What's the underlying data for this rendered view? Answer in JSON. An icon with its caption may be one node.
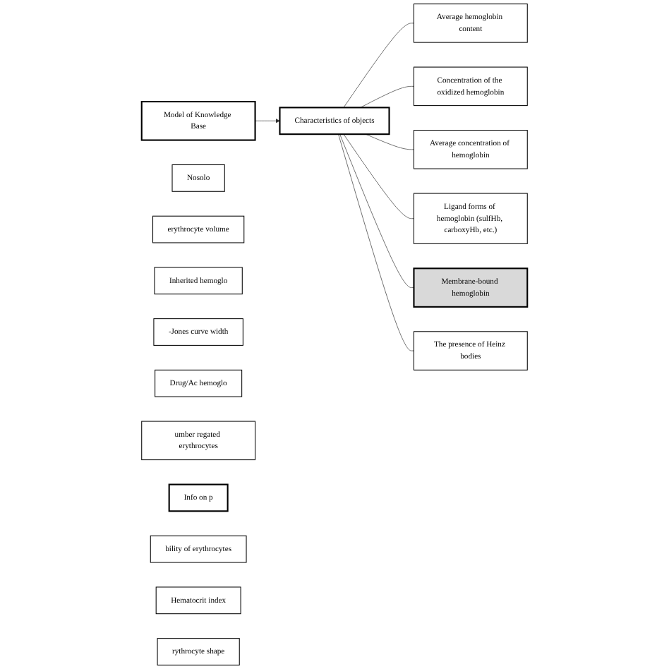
{
  "diagram": {
    "nodes": [
      {
        "text": [
          "Model of Knowledge Base"
        ]
      },
      {
        "text": [
          "Characteristics of objects"
        ]
      },
      {
        "text": [
          "Nosolo"
        ]
      },
      {
        "text": [
          "erythrocyte volume"
        ]
      },
      {
        "text": [
          "Average hemoglobin content"
        ]
      },
      {
        "text": [
          "Inherited hemoglo"
        ]
      },
      {
        "text": [
          "-Jones curve width"
        ]
      },
      {
        "text": [
          "Concentration of the oxidized hemoglobin"
        ]
      },
      {
        "text": [
          "Drug/Ac hemoglo"
        ]
      },
      {
        "text": [
          "umber regated erythrocytes"
        ]
      },
      {
        "text": [
          "Average concentration of hemoglobin"
        ]
      },
      {
        "text": [
          "Info on p"
        ]
      },
      {
        "text": [
          "bility of erythrocytes"
        ]
      },
      {
        "text": [
          "Ligand forms of hemoglobin (sulfHb, carboxyHb, etc.)"
        ]
      },
      {
        "text": [
          "Hematocrit index"
        ]
      },
      {
        "text": [
          "Membrane-bound hemoglobin"
        ]
      },
      {
        "text": [
          "rythrocyte shape"
        ]
      },
      {
        "text": [
          "The presence of Heinz bodies"
        ]
      }
    ],
    "edges": [
      {
        "from": 0,
        "to": 1,
        "arrow": "to"
      },
      {
        "from": 1,
        "to": 4,
        "arrow": "none"
      },
      {
        "from": 1,
        "to": 7,
        "arrow": "none"
      },
      {
        "from": 1,
        "to": 10,
        "arrow": "none"
      },
      {
        "from": 1,
        "to": 13,
        "arrow": "none"
      },
      {
        "from": 1,
        "to": 15,
        "arrow": "none"
      },
      {
        "from": 1,
        "to": 17,
        "arrow": "none"
      }
    ]
  }
}
